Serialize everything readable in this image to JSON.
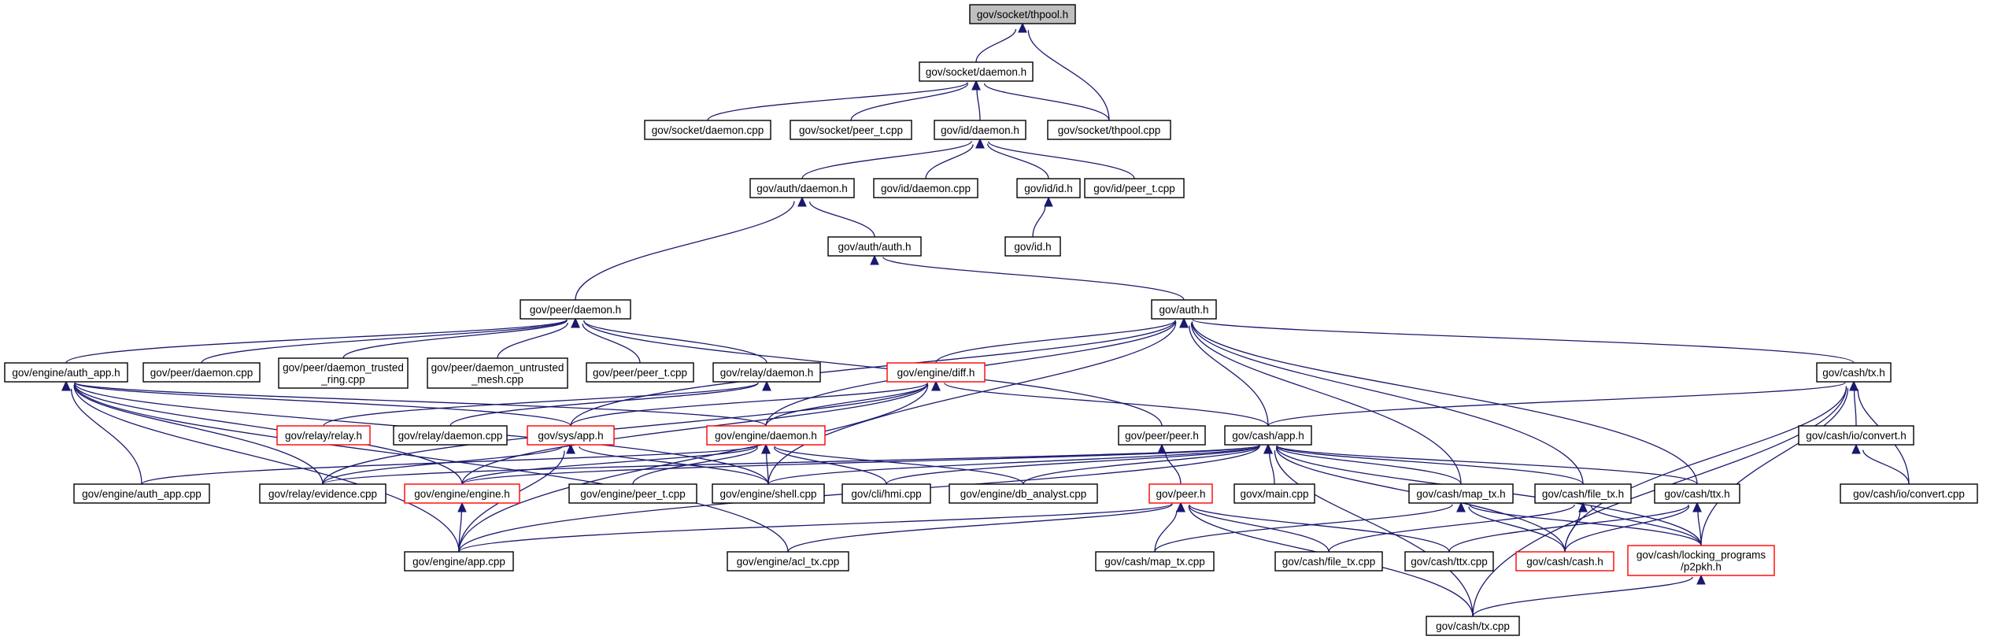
{
  "colors": {
    "edge": "#191970",
    "node_border": "#000000",
    "truncated_border": "#ff0000",
    "root_fill": "#bfbfbf"
  },
  "nodes": [
    {
      "id": "thpool_h",
      "lines": [
        "gov/socket/thpool.h"
      ],
      "style": "root"
    },
    {
      "id": "socket_daemon_h",
      "lines": [
        "gov/socket/daemon.h"
      ]
    },
    {
      "id": "socket_daemon_cpp",
      "lines": [
        "gov/socket/daemon.cpp"
      ]
    },
    {
      "id": "socket_peer_t_cpp",
      "lines": [
        "gov/socket/peer_t.cpp"
      ]
    },
    {
      "id": "id_daemon_h",
      "lines": [
        "gov/id/daemon.h"
      ]
    },
    {
      "id": "socket_thpool_cpp",
      "lines": [
        "gov/socket/thpool.cpp"
      ]
    },
    {
      "id": "auth_daemon_h",
      "lines": [
        "gov/auth/daemon.h"
      ]
    },
    {
      "id": "id_daemon_cpp",
      "lines": [
        "gov/id/daemon.cpp"
      ]
    },
    {
      "id": "id_id_h",
      "lines": [
        "gov/id/id.h"
      ]
    },
    {
      "id": "id_peer_t_cpp",
      "lines": [
        "gov/id/peer_t.cpp"
      ]
    },
    {
      "id": "auth_auth_h",
      "lines": [
        "gov/auth/auth.h"
      ]
    },
    {
      "id": "gov_id_h",
      "lines": [
        "gov/id.h"
      ]
    },
    {
      "id": "peer_daemon_h",
      "lines": [
        "gov/peer/daemon.h"
      ]
    },
    {
      "id": "gov_auth_h",
      "lines": [
        "gov/auth.h"
      ]
    },
    {
      "id": "engine_auth_app_h",
      "lines": [
        "gov/engine/auth_app.h"
      ]
    },
    {
      "id": "peer_daemon_cpp",
      "lines": [
        "gov/peer/daemon.cpp"
      ]
    },
    {
      "id": "peer_daemon_trusted_ring",
      "lines": [
        "gov/peer/daemon_trusted",
        "_ring.cpp"
      ]
    },
    {
      "id": "peer_daemon_untrusted_mesh",
      "lines": [
        "gov/peer/daemon_untrusted",
        "_mesh.cpp"
      ]
    },
    {
      "id": "peer_peer_t_cpp",
      "lines": [
        "gov/peer/peer_t.cpp"
      ]
    },
    {
      "id": "relay_daemon_h",
      "lines": [
        "gov/relay/daemon.h"
      ]
    },
    {
      "id": "engine_diff_h",
      "lines": [
        "gov/engine/diff.h"
      ],
      "style": "red"
    },
    {
      "id": "cash_tx_h",
      "lines": [
        "gov/cash/tx.h"
      ]
    },
    {
      "id": "relay_relay_h",
      "lines": [
        "gov/relay/relay.h"
      ],
      "style": "red"
    },
    {
      "id": "relay_daemon_cpp",
      "lines": [
        "gov/relay/daemon.cpp"
      ]
    },
    {
      "id": "sys_app_h",
      "lines": [
        "gov/sys/app.h"
      ],
      "style": "red"
    },
    {
      "id": "engine_daemon_h",
      "lines": [
        "gov/engine/daemon.h"
      ],
      "style": "red"
    },
    {
      "id": "peer_peer_h",
      "lines": [
        "gov/peer/peer.h"
      ]
    },
    {
      "id": "cash_app_h",
      "lines": [
        "gov/cash/app.h"
      ]
    },
    {
      "id": "cash_io_convert_h",
      "lines": [
        "gov/cash/io/convert.h"
      ]
    },
    {
      "id": "engine_auth_app_cpp",
      "lines": [
        "gov/engine/auth_app.cpp"
      ]
    },
    {
      "id": "relay_evidence_cpp",
      "lines": [
        "gov/relay/evidence.cpp"
      ]
    },
    {
      "id": "engine_engine_h",
      "lines": [
        "gov/engine/engine.h"
      ],
      "style": "red"
    },
    {
      "id": "engine_peer_t_cpp",
      "lines": [
        "gov/engine/peer_t.cpp"
      ]
    },
    {
      "id": "engine_shell_cpp",
      "lines": [
        "gov/engine/shell.cpp"
      ]
    },
    {
      "id": "cli_hmi_cpp",
      "lines": [
        "gov/cli/hmi.cpp"
      ]
    },
    {
      "id": "engine_db_analyst_cpp",
      "lines": [
        "gov/engine/db_analyst.cpp"
      ]
    },
    {
      "id": "gov_peer_h",
      "lines": [
        "gov/peer.h"
      ],
      "style": "red"
    },
    {
      "id": "govx_main_cpp",
      "lines": [
        "govx/main.cpp"
      ]
    },
    {
      "id": "cash_map_tx_h",
      "lines": [
        "gov/cash/map_tx.h"
      ]
    },
    {
      "id": "cash_file_tx_h",
      "lines": [
        "gov/cash/file_tx.h"
      ]
    },
    {
      "id": "cash_ttx_h",
      "lines": [
        "gov/cash/ttx.h"
      ]
    },
    {
      "id": "cash_io_convert_cpp",
      "lines": [
        "gov/cash/io/convert.cpp"
      ]
    },
    {
      "id": "engine_app_cpp",
      "lines": [
        "gov/engine/app.cpp"
      ]
    },
    {
      "id": "engine_acl_tx_cpp",
      "lines": [
        "gov/engine/acl_tx.cpp"
      ]
    },
    {
      "id": "cash_map_tx_cpp",
      "lines": [
        "gov/cash/map_tx.cpp"
      ]
    },
    {
      "id": "cash_file_tx_cpp",
      "lines": [
        "gov/cash/file_tx.cpp"
      ]
    },
    {
      "id": "cash_ttx_cpp",
      "lines": [
        "gov/cash/ttx.cpp"
      ]
    },
    {
      "id": "cash_cash_h",
      "lines": [
        "gov/cash/cash.h"
      ],
      "style": "red"
    },
    {
      "id": "cash_locking_p2pkh",
      "lines": [
        "gov/cash/locking_programs",
        "/p2pkh.h"
      ],
      "style": "red"
    },
    {
      "id": "cash_tx_cpp",
      "lines": [
        "gov/cash/tx.cpp"
      ]
    }
  ],
  "edges": [
    [
      "socket_daemon_h",
      "thpool_h"
    ],
    [
      "socket_thpool_cpp",
      "thpool_h"
    ],
    [
      "socket_daemon_cpp",
      "socket_daemon_h"
    ],
    [
      "socket_peer_t_cpp",
      "socket_daemon_h"
    ],
    [
      "id_daemon_h",
      "socket_daemon_h"
    ],
    [
      "socket_thpool_cpp",
      "socket_daemon_h"
    ],
    [
      "auth_daemon_h",
      "id_daemon_h"
    ],
    [
      "id_daemon_cpp",
      "id_daemon_h"
    ],
    [
      "id_id_h",
      "id_daemon_h"
    ],
    [
      "id_peer_t_cpp",
      "id_daemon_h"
    ],
    [
      "gov_id_h",
      "id_id_h"
    ],
    [
      "peer_daemon_h",
      "auth_daemon_h"
    ],
    [
      "auth_auth_h",
      "auth_daemon_h"
    ],
    [
      "gov_auth_h",
      "auth_auth_h"
    ],
    [
      "engine_auth_app_h",
      "peer_daemon_h"
    ],
    [
      "peer_daemon_cpp",
      "peer_daemon_h"
    ],
    [
      "peer_daemon_trusted_ring",
      "peer_daemon_h"
    ],
    [
      "peer_daemon_untrusted_mesh",
      "peer_daemon_h"
    ],
    [
      "peer_peer_t_cpp",
      "peer_daemon_h"
    ],
    [
      "relay_daemon_h",
      "peer_daemon_h"
    ],
    [
      "peer_peer_h",
      "peer_daemon_h"
    ],
    [
      "engine_diff_h",
      "gov_auth_h"
    ],
    [
      "cash_tx_h",
      "gov_auth_h"
    ],
    [
      "sys_app_h",
      "gov_auth_h"
    ],
    [
      "engine_daemon_h",
      "gov_auth_h"
    ],
    [
      "cash_app_h",
      "gov_auth_h"
    ],
    [
      "cash_map_tx_h",
      "gov_auth_h"
    ],
    [
      "cash_file_tx_h",
      "gov_auth_h"
    ],
    [
      "cash_ttx_h",
      "gov_auth_h"
    ],
    [
      "engine_shell_cpp",
      "gov_auth_h"
    ],
    [
      "relay_relay_h",
      "relay_daemon_h"
    ],
    [
      "relay_daemon_cpp",
      "relay_daemon_h"
    ],
    [
      "engine_auth_app_cpp",
      "engine_auth_app_h"
    ],
    [
      "relay_evidence_cpp",
      "engine_auth_app_h"
    ],
    [
      "engine_engine_h",
      "engine_auth_app_h"
    ],
    [
      "engine_shell_cpp",
      "engine_auth_app_h"
    ],
    [
      "engine_app_cpp",
      "engine_auth_app_h"
    ],
    [
      "engine_acl_tx_cpp",
      "engine_auth_app_h"
    ],
    [
      "engine_daemon_h",
      "engine_auth_app_h"
    ],
    [
      "sys_app_h",
      "engine_auth_app_h"
    ],
    [
      "sys_app_h",
      "engine_diff_h"
    ],
    [
      "engine_daemon_h",
      "engine_diff_h"
    ],
    [
      "cash_app_h",
      "engine_diff_h"
    ],
    [
      "relay_evidence_cpp",
      "engine_diff_h"
    ],
    [
      "engine_engine_h",
      "engine_diff_h"
    ],
    [
      "engine_app_cpp",
      "engine_diff_h"
    ],
    [
      "cash_app_h",
      "cash_tx_h"
    ],
    [
      "cash_io_convert_h",
      "cash_tx_h"
    ],
    [
      "cash_io_convert_cpp",
      "cash_tx_h"
    ],
    [
      "cash_cash_h",
      "cash_tx_h"
    ],
    [
      "cash_locking_p2pkh",
      "cash_tx_h"
    ],
    [
      "cash_tx_cpp",
      "cash_tx_h"
    ],
    [
      "cash_io_convert_cpp",
      "cash_io_convert_h"
    ],
    [
      "relay_evidence_cpp",
      "sys_app_h"
    ],
    [
      "engine_shell_cpp",
      "sys_app_h"
    ],
    [
      "engine_app_cpp",
      "sys_app_h"
    ],
    [
      "engine_auth_app_cpp",
      "engine_daemon_h"
    ],
    [
      "engine_engine_h",
      "engine_daemon_h"
    ],
    [
      "engine_peer_t_cpp",
      "engine_daemon_h"
    ],
    [
      "engine_shell_cpp",
      "engine_daemon_h"
    ],
    [
      "cli_hmi_cpp",
      "engine_daemon_h"
    ],
    [
      "engine_db_analyst_cpp",
      "engine_daemon_h"
    ],
    [
      "gov_peer_h",
      "peer_peer_h"
    ],
    [
      "relay_evidence_cpp",
      "cash_app_h"
    ],
    [
      "engine_engine_h",
      "cash_app_h"
    ],
    [
      "engine_shell_cpp",
      "cash_app_h"
    ],
    [
      "cli_hmi_cpp",
      "cash_app_h"
    ],
    [
      "engine_db_analyst_cpp",
      "cash_app_h"
    ],
    [
      "govx_main_cpp",
      "cash_app_h"
    ],
    [
      "cash_map_tx_h",
      "cash_app_h"
    ],
    [
      "cash_file_tx_h",
      "cash_app_h"
    ],
    [
      "cash_ttx_h",
      "cash_app_h"
    ],
    [
      "cash_cash_h",
      "cash_app_h"
    ],
    [
      "cash_locking_p2pkh",
      "cash_app_h"
    ],
    [
      "cash_tx_cpp",
      "cash_app_h"
    ],
    [
      "engine_app_cpp",
      "cash_app_h"
    ],
    [
      "engine_app_cpp",
      "engine_engine_h"
    ],
    [
      "engine_app_cpp",
      "gov_peer_h"
    ],
    [
      "engine_acl_tx_cpp",
      "gov_peer_h"
    ],
    [
      "cash_map_tx_cpp",
      "gov_peer_h"
    ],
    [
      "cash_file_tx_cpp",
      "gov_peer_h"
    ],
    [
      "cash_ttx_cpp",
      "gov_peer_h"
    ],
    [
      "cash_tx_cpp",
      "gov_peer_h"
    ],
    [
      "cash_map_tx_cpp",
      "cash_map_tx_h"
    ],
    [
      "cash_cash_h",
      "cash_map_tx_h"
    ],
    [
      "cash_locking_p2pkh",
      "cash_map_tx_h"
    ],
    [
      "cash_file_tx_cpp",
      "cash_file_tx_h"
    ],
    [
      "cash_cash_h",
      "cash_file_tx_h"
    ],
    [
      "cash_locking_p2pkh",
      "cash_file_tx_h"
    ],
    [
      "cash_ttx_cpp",
      "cash_ttx_h"
    ],
    [
      "cash_cash_h",
      "cash_ttx_h"
    ],
    [
      "cash_locking_p2pkh",
      "cash_ttx_h"
    ],
    [
      "cash_tx_cpp",
      "cash_locking_p2pkh"
    ]
  ]
}
